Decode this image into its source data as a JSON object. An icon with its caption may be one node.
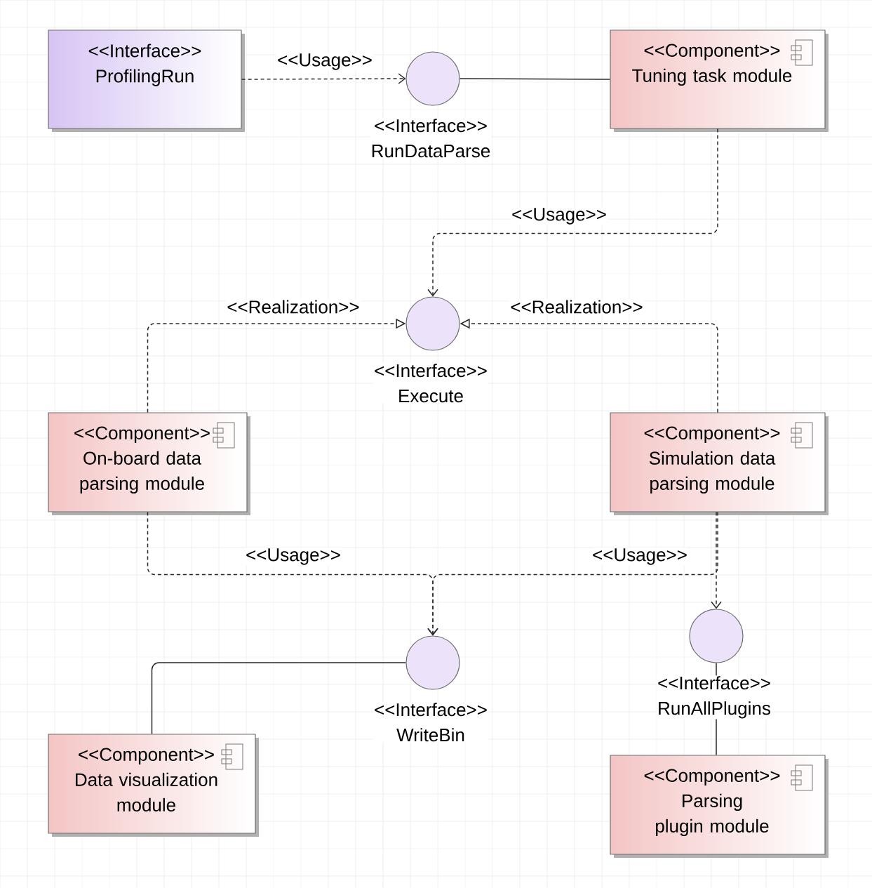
{
  "diagram": {
    "nodes": [
      {
        "text": [
          "<<Interface>>",
          "ProfilingRun"
        ]
      },
      {
        "text": [],
        "shape": "circle",
        "beside": [
          "<<Interface>>",
          "RunDataParse"
        ]
      },
      {
        "text": [
          "<<Component>>",
          "Tuning task module"
        ]
      },
      {
        "text": [],
        "shape": "circle",
        "beside": [
          "<<Interface>>",
          "Execute"
        ]
      },
      {
        "text": [
          "<<Component>>",
          "On-board data parsing module"
        ]
      },
      {
        "text": [
          "<<Component>>",
          "Simulation data parsing module"
        ]
      },
      {
        "text": [],
        "shape": "circle",
        "beside": [
          "<<Interface>>",
          "WriteBin"
        ]
      },
      {
        "text": [],
        "shape": "circle",
        "beside": [
          "<<Interface>>",
          "RunAllPlugins"
        ]
      },
      {
        "text": [
          "<<Component>>",
          "Data visualization module"
        ]
      },
      {
        "text": [
          "<<Component>>",
          "Parsing plugin module"
        ]
      }
    ],
    "edges": [
      {
        "from": 0,
        "to": 1,
        "arrow": "to",
        "label": "<<Usage>>",
        "style": "dashed"
      },
      {
        "from": 1,
        "to": 2,
        "arrow": "none"
      },
      {
        "from": 2,
        "to": 3,
        "arrow": "to",
        "label": "<<Usage>>",
        "style": "dashed"
      },
      {
        "from": 4,
        "to": 3,
        "arrow": "to",
        "label": "<<Realization>>",
        "style": "dashed"
      },
      {
        "from": 5,
        "to": 3,
        "arrow": "to",
        "label": "<<Realization>>",
        "style": "dashed"
      },
      {
        "from": 4,
        "to": 6,
        "arrow": "to",
        "label": "<<Usage>>",
        "style": "dashed"
      },
      {
        "from": 5,
        "to": 6,
        "arrow": "to",
        "label": "<<Usage>>",
        "style": "dashed"
      },
      {
        "from": 5,
        "to": 7,
        "arrow": "to",
        "style": "dashed"
      },
      {
        "from": 8,
        "to": 6,
        "arrow": "none"
      },
      {
        "from": 7,
        "to": 9,
        "arrow": "none"
      }
    ]
  }
}
